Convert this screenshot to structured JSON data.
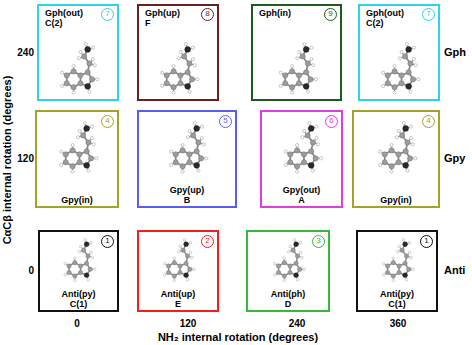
{
  "diagram": {
    "nodes": [
      {
        "text": [
          "Gph(out) C(2)",
          "7"
        ]
      },
      {
        "text": [
          "Gph(up) F",
          "8"
        ]
      },
      {
        "text": [
          "Gph(in)",
          "9"
        ]
      },
      {
        "text": [
          "Gph(out) C(2)",
          "7"
        ]
      },
      {
        "text": [
          "Gpy(in)",
          "4"
        ]
      },
      {
        "text": [
          "Gpy(up) B",
          "5"
        ]
      },
      {
        "text": [
          "Gpy(out) A",
          "6"
        ]
      },
      {
        "text": [
          "Gpy(in)",
          "4"
        ]
      },
      {
        "text": [
          "Anti(py) C(1)",
          "1"
        ]
      },
      {
        "text": [
          "Anti(up) E",
          "2"
        ]
      },
      {
        "text": [
          "Anti(ph) D",
          "3"
        ]
      },
      {
        "text": [
          "Anti(py) C(1)",
          "1"
        ]
      }
    ],
    "labels": [
      "240",
      "120",
      "0",
      "CαCβ internal rotation (degrees)",
      "0",
      "120",
      "240",
      "360",
      "NH₂ internal rotation (degrees)",
      "Gph",
      "Gpy",
      "Anti"
    ]
  }
}
